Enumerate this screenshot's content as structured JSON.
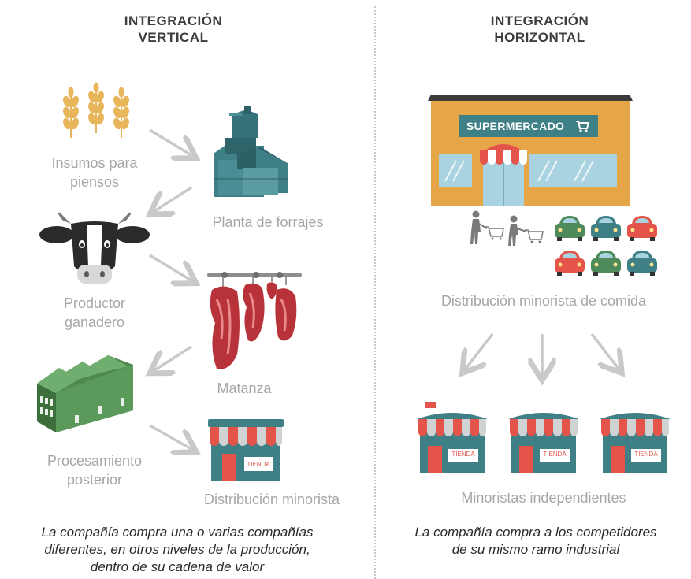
{
  "left": {
    "title_line1": "INTEGRACIÓN",
    "title_line2": "VERTICAL",
    "labels": {
      "insumos": [
        "Insumos para",
        "piensos"
      ],
      "planta": "Planta de forrajes",
      "productor": [
        "Productor",
        "ganadero"
      ],
      "matanza": "Matanza",
      "procesamiento": [
        "Procesamiento",
        "posterior"
      ],
      "distribucion": "Distribución minorista"
    },
    "store_sign": "TIENDA",
    "caption": [
      "La compañía compra una o varias compañías",
      "diferentes, en otros niveles de la producción,",
      "dentro de su cadena de valor"
    ]
  },
  "right": {
    "title_line1": "INTEGRACIÓN",
    "title_line2": "HORIZONTAL",
    "supermarket_sign": "SUPERMERCADO",
    "distribucion_label": "Distribución minorista de comida",
    "minoristas_label": "Minoristas independientes",
    "store_sign": "TIENDA",
    "caption": [
      "La compañía compra a los competidores",
      "de su mismo ramo industrial"
    ]
  },
  "colors": {
    "arrow": "#c9c9c9",
    "teal": "#3f7f86",
    "wheat": "#e8b65a",
    "meat": "#b8323a",
    "factory": "#4e8a4e",
    "awning_red": "#e4544b",
    "awning_grey": "#cfd3d4",
    "supermarket": "#e6a648"
  }
}
